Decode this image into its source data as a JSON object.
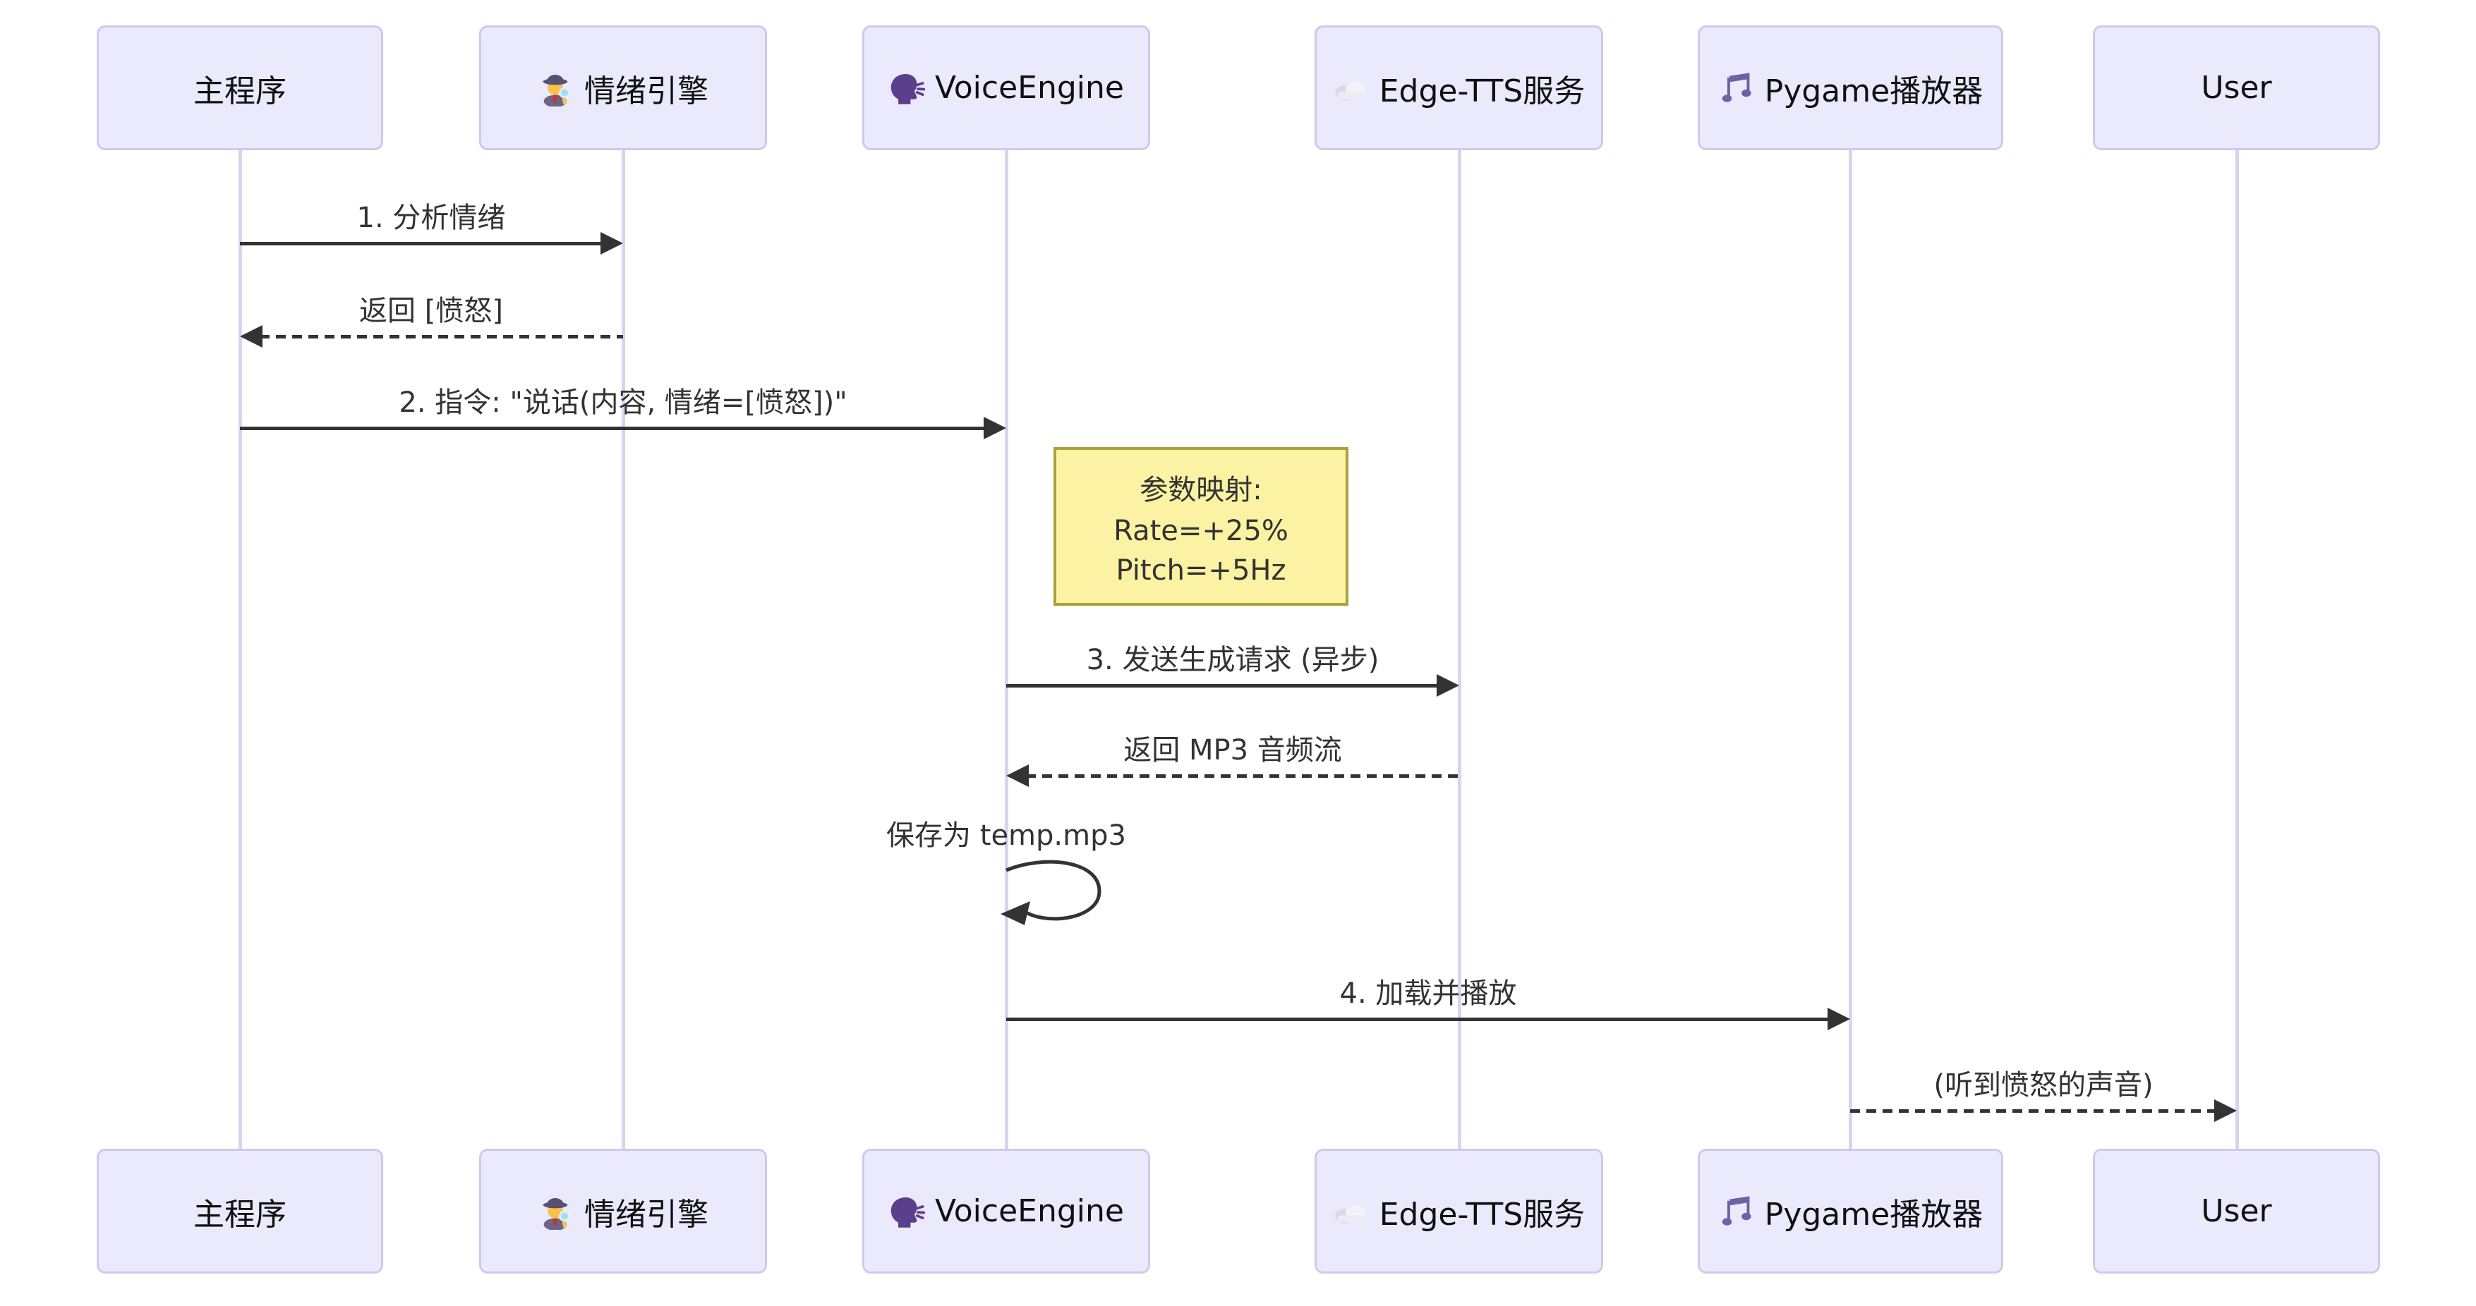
{
  "diagram": {
    "type": "sequence-diagram",
    "actors": [
      {
        "label": "主程序",
        "icon": "none"
      },
      {
        "label": "情绪引擎",
        "icon": "detective-emoji"
      },
      {
        "label": "VoiceEngine",
        "icon": "speaking-head-emoji"
      },
      {
        "label": "Edge-TTS服务",
        "icon": "cloud-emoji"
      },
      {
        "label": "Pygame播放器",
        "icon": "musical-notes-emoji"
      },
      {
        "label": "User",
        "icon": "none"
      }
    ],
    "messages": [
      {
        "label": "1. 分析情绪",
        "from": "主程序",
        "to": "情绪引擎",
        "line": "solid",
        "arrow": "right"
      },
      {
        "label": "返回 [愤怒]",
        "from": "情绪引擎",
        "to": "主程序",
        "line": "dashed",
        "arrow": "left"
      },
      {
        "label": "2. 指令: \"说话(内容, 情绪=[愤怒])\"",
        "from": "主程序",
        "to": "VoiceEngine",
        "line": "solid",
        "arrow": "right"
      },
      {
        "label": "3. 发送生成请求 (异步)",
        "from": "VoiceEngine",
        "to": "Edge-TTS服务",
        "line": "solid",
        "arrow": "right"
      },
      {
        "label": "返回 MP3 音频流",
        "from": "Edge-TTS服务",
        "to": "VoiceEngine",
        "line": "dashed",
        "arrow": "left"
      },
      {
        "label": "保存为 temp.mp3",
        "from": "VoiceEngine",
        "to": "VoiceEngine",
        "line": "self-loop",
        "arrow": "self"
      },
      {
        "label": "4. 加载并播放",
        "from": "VoiceEngine",
        "to": "Pygame播放器",
        "line": "solid",
        "arrow": "right"
      },
      {
        "label": "(听到愤怒的声音)",
        "from": "Pygame播放器",
        "to": "User",
        "line": "dashed",
        "arrow": "right"
      }
    ],
    "note": {
      "position": "right-of-VoiceEngine",
      "lines": [
        "参数映射:",
        "Rate=+25%",
        "Pitch=+5Hz"
      ],
      "fill": "#fbf2a3",
      "border_color": "#a9a23b"
    },
    "colors": {
      "background": "#ffffff",
      "actor_fill": "#eaeafc",
      "actor_border": "#d2c7ee",
      "lifeline": "#dcd2f0",
      "message": "#333333"
    }
  }
}
